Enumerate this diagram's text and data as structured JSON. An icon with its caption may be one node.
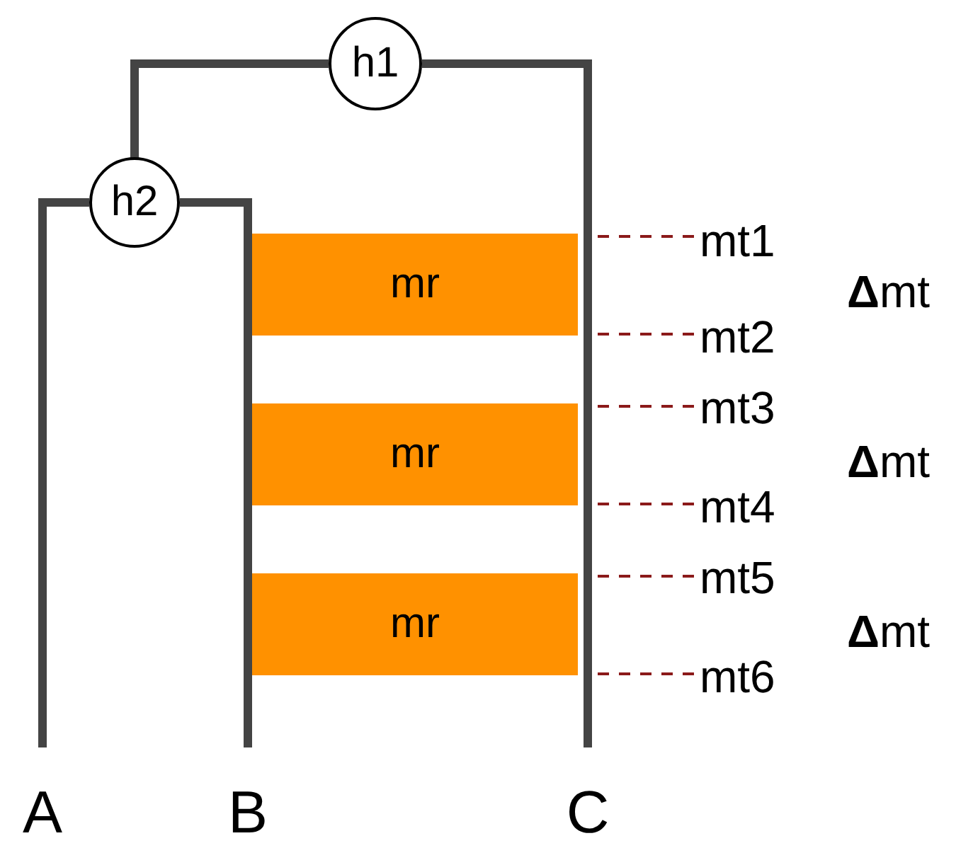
{
  "diagram": {
    "nodes": [
      {
        "text": [
          "h1"
        ]
      },
      {
        "text": [
          "h2"
        ]
      },
      {
        "text": [
          "mr"
        ]
      },
      {
        "text": [
          "mr"
        ]
      },
      {
        "text": [
          "mr"
        ]
      },
      {
        "text": [
          "mt1"
        ]
      },
      {
        "text": [
          "mt2"
        ]
      },
      {
        "text": [
          "mt3"
        ]
      },
      {
        "text": [
          "mt4"
        ]
      },
      {
        "text": [
          "mt5"
        ]
      },
      {
        "text": [
          "mt6"
        ]
      },
      {
        "text": [
          "A"
        ]
      },
      {
        "text": [
          "B"
        ]
      },
      {
        "text": [
          "C"
        ]
      }
    ],
    "edges": [
      {
        "from": 0,
        "to": 1,
        "arrow": "none",
        "style": "thick"
      },
      {
        "from": 0,
        "to": 13,
        "arrow": "none",
        "style": "thick"
      },
      {
        "from": 1,
        "to": 11,
        "arrow": "none",
        "style": "thick"
      },
      {
        "from": 1,
        "to": 12,
        "arrow": "none",
        "style": "thick"
      },
      {
        "from": 5,
        "to": 2,
        "arrow": "none",
        "style": "dashed",
        "color": "#8b1a1a"
      },
      {
        "from": 6,
        "to": 2,
        "arrow": "none",
        "style": "dashed",
        "color": "#8b1a1a"
      },
      {
        "from": 7,
        "to": 3,
        "arrow": "none",
        "style": "dashed",
        "color": "#8b1a1a"
      },
      {
        "from": 8,
        "to": 3,
        "arrow": "none",
        "style": "dashed",
        "color": "#8b1a1a"
      },
      {
        "from": 9,
        "to": 4,
        "arrow": "none",
        "style": "dashed",
        "color": "#8b1a1a"
      },
      {
        "from": 10,
        "to": 4,
        "arrow": "none",
        "style": "dashed",
        "color": "#8b1a1a"
      }
    ],
    "labels": [
      "**Δ**mt",
      "**Δ**mt",
      "**Δ**mt"
    ]
  }
}
